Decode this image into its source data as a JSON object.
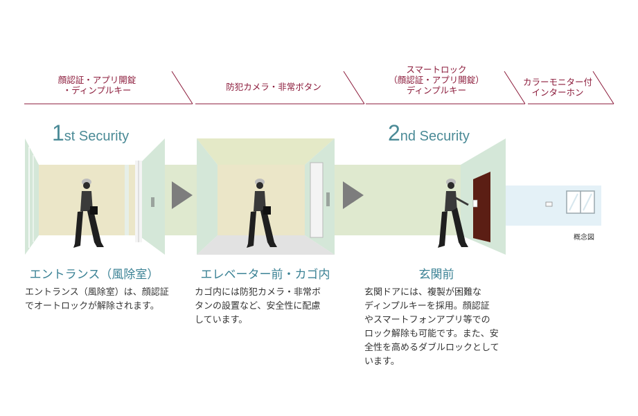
{
  "headers": {
    "h1_line1": "顔認証・アプリ開錠",
    "h1_line2": "・ディンプルキー",
    "h2": "防犯カメラ・非常ボタン",
    "h3_line1": "スマートロック",
    "h3_line2": "（顔認証・アプリ開錠）",
    "h3_line3": "ディンプルキー",
    "h4_line1": "カラーモニター付",
    "h4_line2": "インターホン"
  },
  "security1": {
    "num": "1",
    "label": "st Security"
  },
  "security2": {
    "num": "2",
    "label": "nd Security"
  },
  "stages": [
    {
      "title": "エントランス（風除室）",
      "lines": [
        "エントランス（風除室）は、顔認証",
        "でオートロックが解除されます。"
      ]
    },
    {
      "title": "エレベーター前・カゴ内",
      "lines": [
        "カゴ内には防犯カメラ・非常ボ",
        "タンの設置など、安全性に配慮",
        "しています。"
      ]
    },
    {
      "title": "玄関前",
      "lines": [
        "玄関ドアには、複製が困難な",
        "ディンプルキーを採用。顔認証",
        "やスマートフォンアプリ等での",
        "ロック解除も可能です。また、安",
        "全性を高めるダブルロックとして",
        "います。"
      ]
    }
  ],
  "note": "概念図",
  "colors": {
    "header": "#8b1a3a",
    "accent": "#3b8295",
    "wall_green": "#d4e7d8",
    "floor_beige": "#ebe6c8",
    "corridor": "#dfe9cf",
    "outside_blue": "#e4f1f7",
    "arrow": "#7d7d7d",
    "door": "#5b1e14"
  }
}
